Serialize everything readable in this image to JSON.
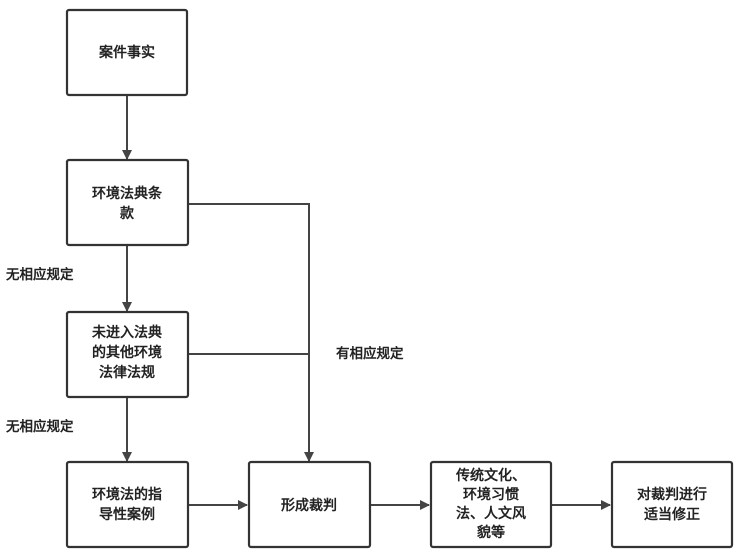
{
  "nodes": [
    {
      "id": "facts",
      "lines": [
        "案件事实"
      ]
    },
    {
      "id": "code",
      "lines": [
        "环境法典条",
        "款"
      ]
    },
    {
      "id": "other_laws",
      "lines": [
        "未进入法典",
        "的其他环境",
        "法律法规"
      ]
    },
    {
      "id": "guiding",
      "lines": [
        "环境法的指",
        "导性案例"
      ]
    },
    {
      "id": "ruling",
      "lines": [
        "形成裁判"
      ]
    },
    {
      "id": "tradition",
      "lines": [
        "传统文化、",
        "环境习惯",
        "法、人文风",
        "貌等"
      ]
    },
    {
      "id": "correction",
      "lines": [
        "对裁判进行",
        "适当修正"
      ]
    }
  ],
  "edges": [
    {
      "from": "facts",
      "to": "code",
      "label": ""
    },
    {
      "from": "code",
      "to": "other_laws",
      "label": "无相应规定"
    },
    {
      "from": "other_laws",
      "to": "guiding",
      "label": "无相应规定"
    },
    {
      "from": "code",
      "to": "ruling",
      "label": "有相应规定"
    },
    {
      "from": "other_laws",
      "to": "ruling",
      "label": ""
    },
    {
      "from": "guiding",
      "to": "ruling",
      "label": ""
    },
    {
      "from": "ruling",
      "to": "tradition",
      "label": ""
    },
    {
      "from": "tradition",
      "to": "correction",
      "label": ""
    }
  ],
  "labels": {
    "no_rule_1": "无相应规定",
    "no_rule_2": "无相应规定",
    "has_rule": "有相应规定"
  }
}
